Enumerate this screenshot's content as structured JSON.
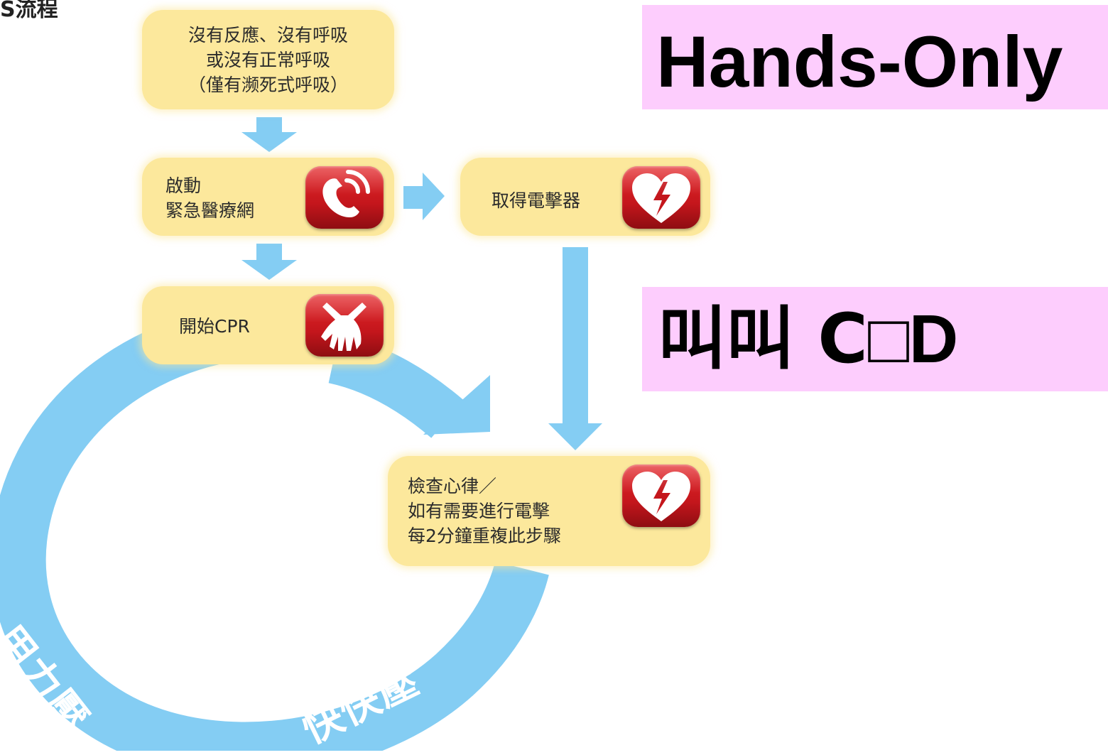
{
  "top_label": "S流程",
  "steps": {
    "no_response": [
      "沒有反應、沒有呼吸",
      "或沒有正常呼吸",
      "（僅有濒死式呼吸）"
    ],
    "activate_ems": [
      "啟動",
      "緊急醫療網"
    ],
    "get_aed": "取得電擊器",
    "start_cpr": "開始CPR",
    "check_rhythm": [
      "檢查心律／",
      "如有需要進行電擊",
      "每2分鐘重複此步驟"
    ]
  },
  "cycle_labels": {
    "push_hard": "用力壓",
    "push_fast": "快快壓"
  },
  "overlays": {
    "hands_only": "Hands-Only",
    "call_cd": "叫叫 C",
    "call_cd_box": "□",
    "call_cd_tail": "D"
  },
  "icons": {
    "ems": "phone-icon",
    "aed": "heart-shock-icon",
    "cpr": "hands-compression-icon",
    "rhythm": "heart-shock-icon"
  },
  "colors": {
    "box_fill": "#fce89c",
    "arrow": "#84cdf3",
    "icon_red": "#c4161c",
    "overlay_pink": "#fdcdfd"
  }
}
